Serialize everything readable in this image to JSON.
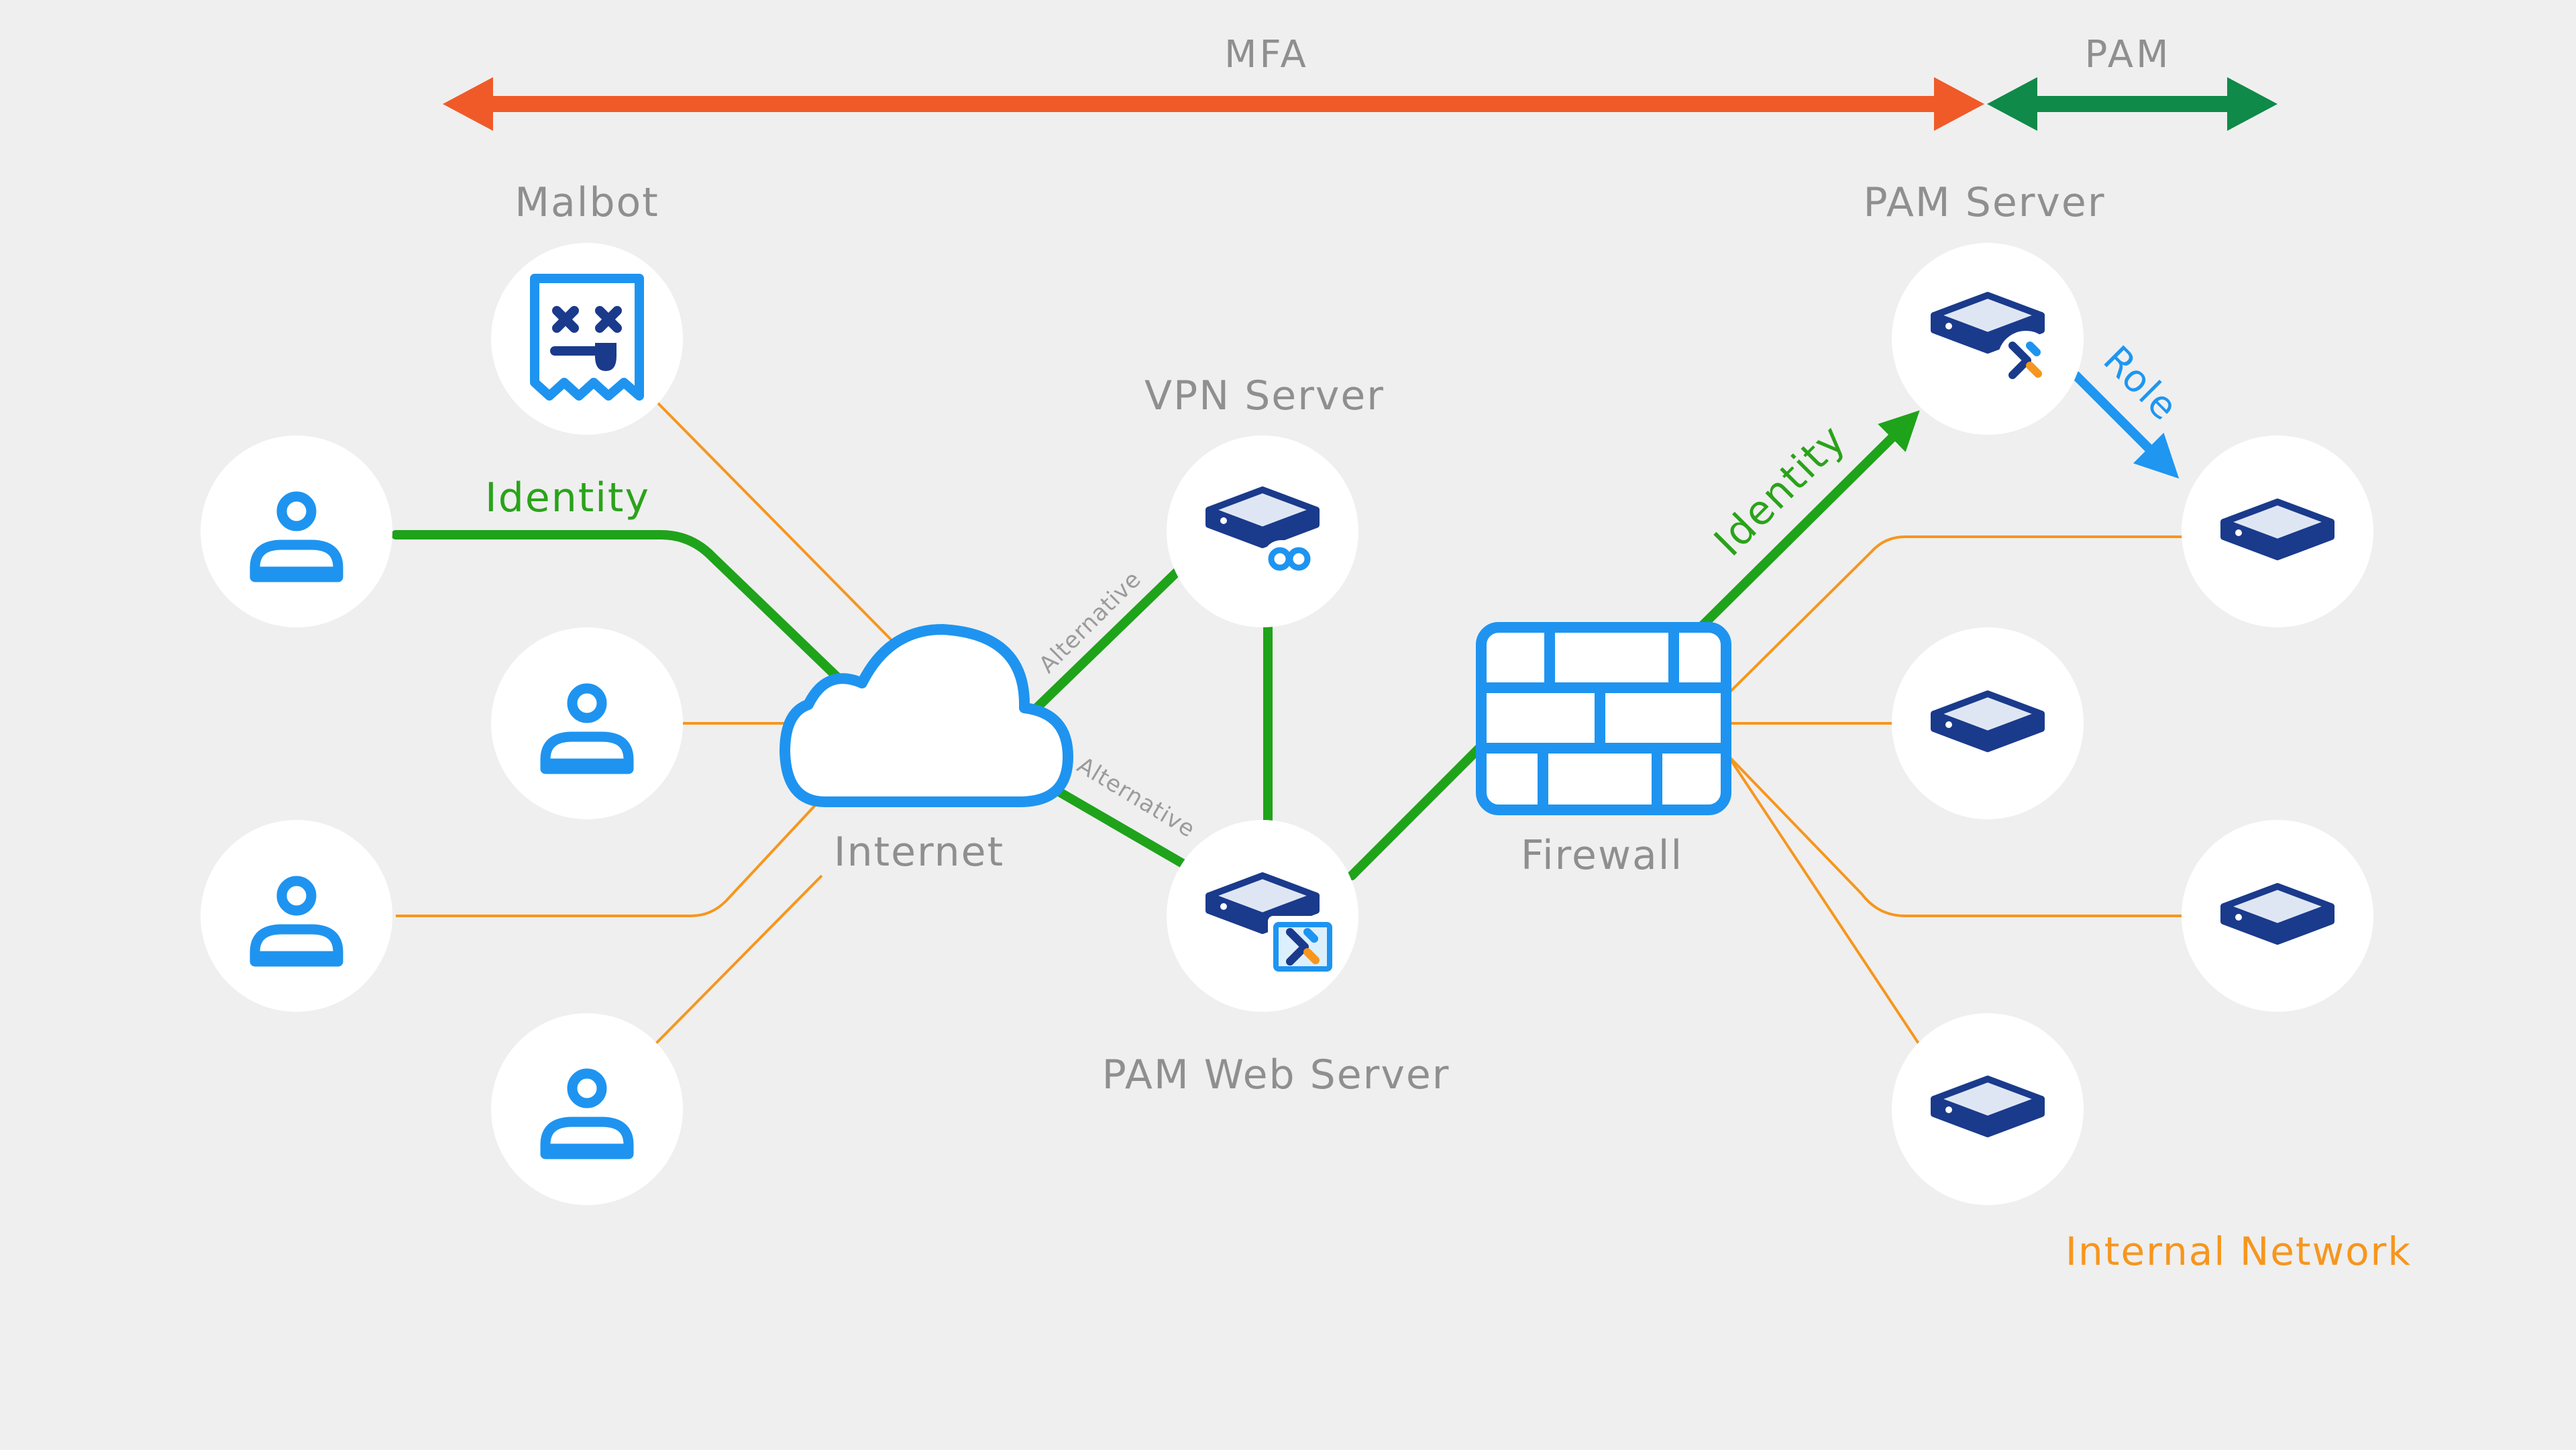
{
  "ranges": {
    "mfa_label": "MFA",
    "pam_label": "PAM"
  },
  "nodes": {
    "malbot": "Malbot",
    "vpn_server": "VPN Server",
    "pam_server": "PAM Server",
    "internet": "Internet",
    "firewall": "Firewall",
    "pam_web_server": "PAM Web Server"
  },
  "edges": {
    "identity_user": "Identity",
    "identity_firewall": "Identity",
    "role": "Role",
    "alternative_vpn": "Alternative",
    "alternative_pam_web": "Alternative"
  },
  "zones": {
    "internal_network": "Internal Network"
  },
  "colors": {
    "mfa": "#f05a28",
    "pam": "#0f8a48",
    "identity": "#1fa31a",
    "internal_link": "#f6961e",
    "role": "#1f96f0",
    "user_icon": "#1e94f0",
    "server_icon": "#1a3a8c",
    "node_fill": "#ffffff"
  },
  "icons": {
    "user": "user-icon",
    "server": "server-icon",
    "cloud": "cloud-icon",
    "firewall": "firewall-icon",
    "malbot": "malbot-icon"
  }
}
